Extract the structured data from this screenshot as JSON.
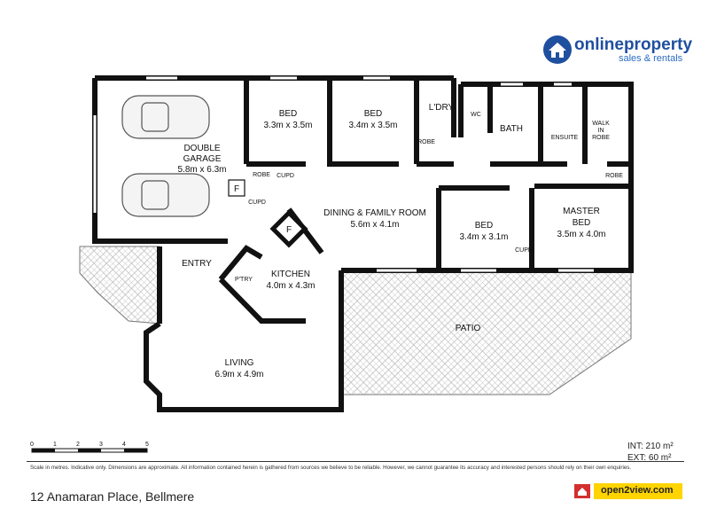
{
  "brand": {
    "logo_text_bold": "online",
    "logo_text_rest": "property",
    "tagline": "sales & rentals",
    "partner": "open2view.com",
    "brand_color": "#1f4f9f"
  },
  "rooms": {
    "garage_name": "DOUBLE",
    "garage_name2": "GARAGE",
    "garage_dim": "5.8m x 6.3m",
    "bed1_name": "BED",
    "bed1_dim": "3.3m x 3.5m",
    "bed2_name": "BED",
    "bed2_dim": "3.4m x 3.5m",
    "laundry": "L'DRY",
    "wc": "WC",
    "bath": "BATH",
    "ensuite": "ENSUITE",
    "walkin1": "WALK",
    "walkin2": "IN",
    "walkin3": "ROBE",
    "robe": "ROBE",
    "robe2": "ROBE",
    "robe3": "ROBE",
    "cupd": "CUPD",
    "cupd2": "CUPD",
    "cupd3": "CUPD",
    "dining_name": "DINING & FAMILY ROOM",
    "dining_dim": "5.6m x 4.1m",
    "bed3_name": "BED",
    "bed3_dim": "3.4m x 3.1m",
    "master_name": "MASTER",
    "master_name2": "BED",
    "master_dim": "3.5m x 4.0m",
    "entry": "ENTRY",
    "kitchen_name": "KITCHEN",
    "kitchen_dim": "4.0m x 4.3m",
    "pantry": "P'TRY",
    "patio": "PATIO",
    "living_name": "LIVING",
    "living_dim": "6.9m x 4.9m",
    "fridge": "F",
    "fridge2": "F"
  },
  "scale": {
    "ticks": [
      "0",
      "1",
      "2",
      "3",
      "4",
      "5"
    ]
  },
  "area": {
    "int": "INT: 210 m²",
    "ext": "EXT: 60 m²"
  },
  "disclaimer": "Scale in metres. Indicative only. Dimensions are approximate. All information contained herein is gathered from sources we believe to be reliable. However, we cannot guarantee its accuracy and interested persons should rely on their own enquiries.",
  "address": "12 Anamaran Place, Bellmere"
}
